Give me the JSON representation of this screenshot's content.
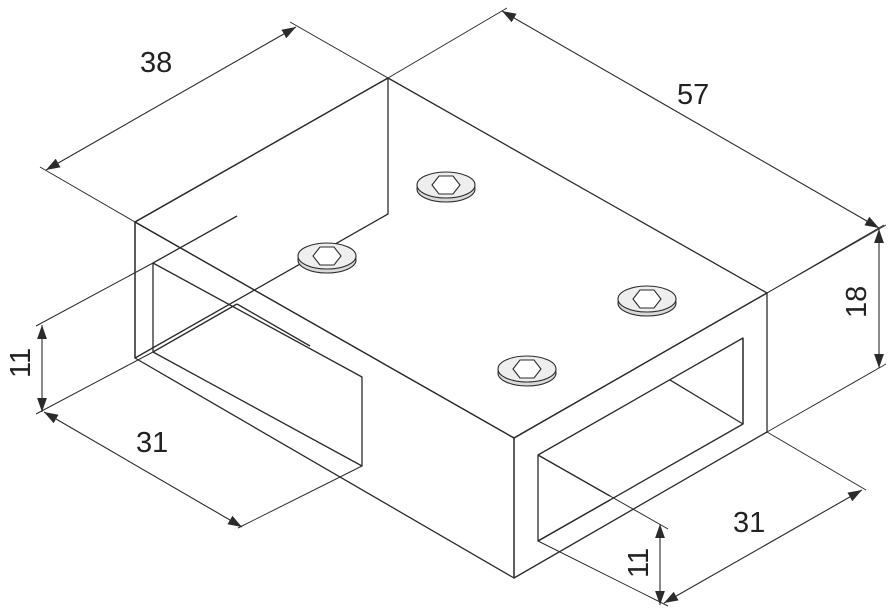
{
  "drawing": {
    "type": "isometric-technical-drawing",
    "subject": "hollow rectangular connector block with four hex socket screws",
    "colors": {
      "top_face": "#f2f2f2",
      "left_face": "#ececec",
      "front_face": "#e8e8e8",
      "line": "#2b2b2b",
      "screw": "#dcdcdc"
    },
    "dimensions": {
      "width_top": "38",
      "length_top": "57",
      "height_right": "18",
      "opening_height_left": "11",
      "opening_width_left": "31",
      "opening_width_right": "31",
      "opening_height_right": "11"
    },
    "screws": {
      "count": 4,
      "icon": "hex-socket-screw-icon"
    }
  }
}
